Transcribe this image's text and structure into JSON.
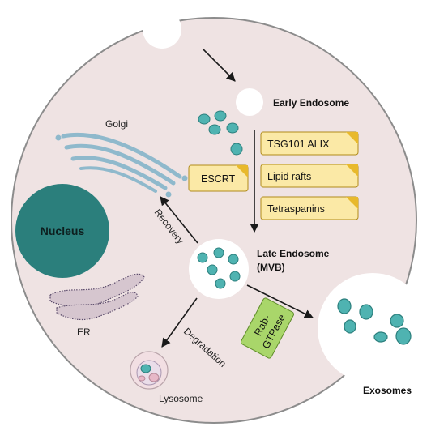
{
  "colors": {
    "cell_fill": "#efe3e3",
    "cell_stroke": "#8c8c8c",
    "nucleus": "#2b7f7c",
    "vesicle": "#4fb3b1",
    "vesicle_stroke": "#2c7f7d",
    "box_fill": "#fbe9a6",
    "box_accent": "#e8b92c",
    "rab_fill": "#a9d66a",
    "golgi": "#8fb9cc",
    "er": "#d6c6cf",
    "arrow": "#1a1a1a"
  },
  "labels": {
    "early_endosome": "Early Endosome",
    "golgi": "Golgi",
    "nucleus": "Nucleus",
    "er": "ER",
    "recovery": "Recovery",
    "late_endosome_line1": "Late Endosome",
    "late_endosome_line2": "(MVB)",
    "degradation": "Degradation",
    "lysosome": "Lysosome",
    "exosomes": "Exosomes",
    "escrt": "ESCRT",
    "rab_line1": "Rab-",
    "rab_line2": "GTPase"
  },
  "pathway_factors": [
    "TSG101  ALIX",
    "Lipid rafts",
    "Tetraspanins"
  ]
}
